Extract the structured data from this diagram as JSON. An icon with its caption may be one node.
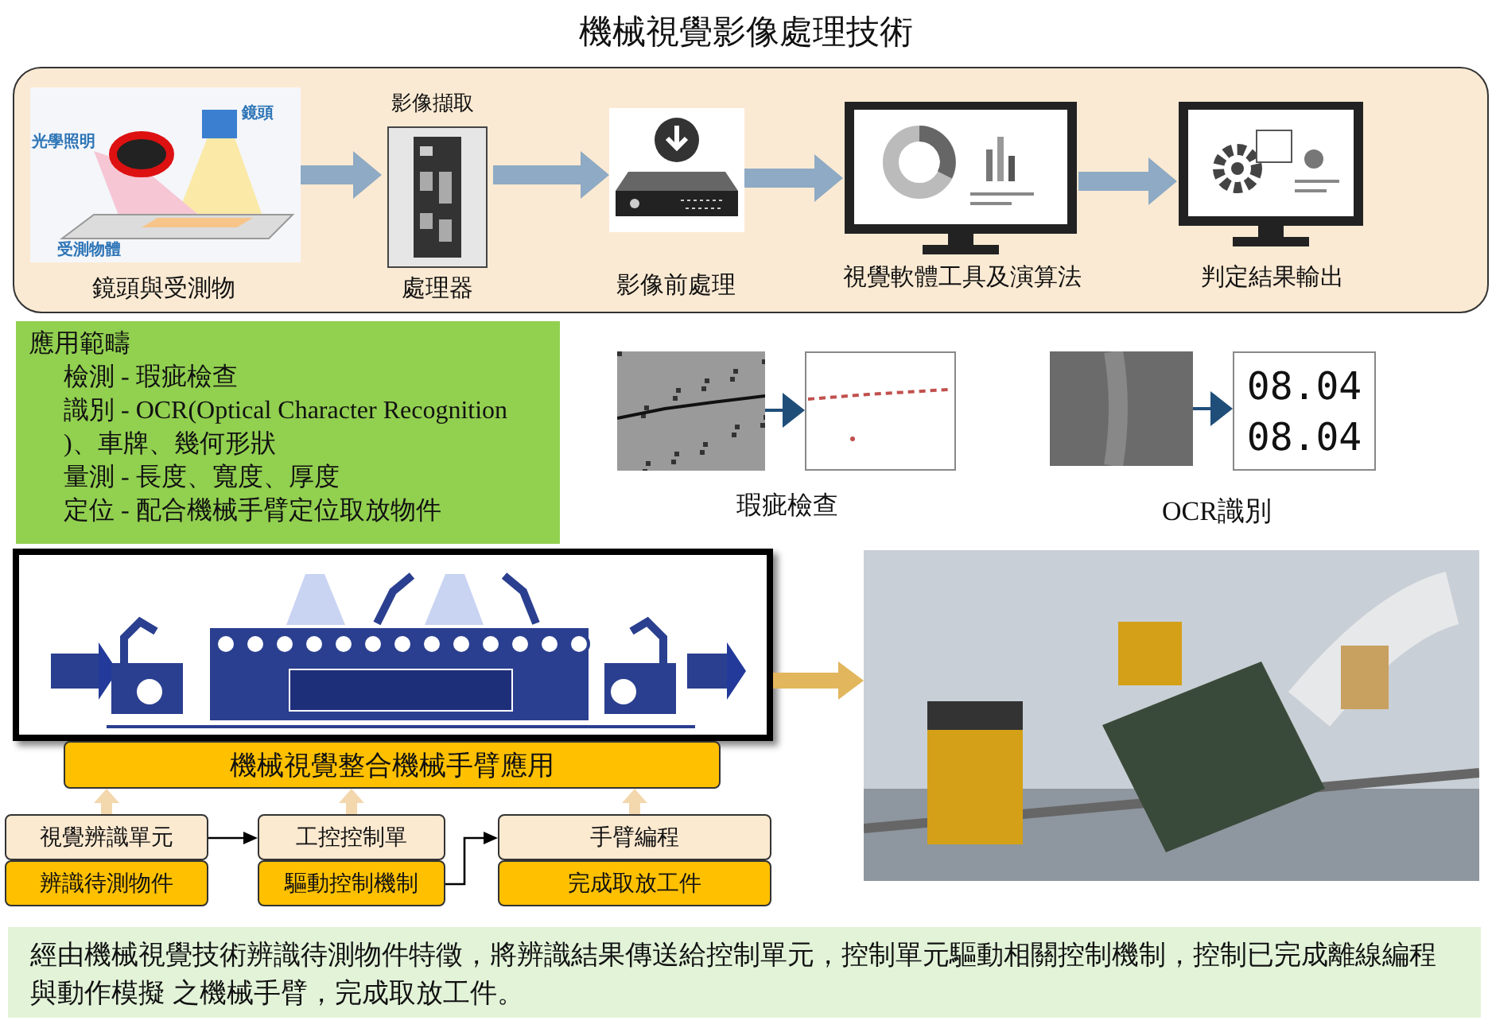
{
  "diagram": {
    "title": "機械視覺影像處理技術",
    "nodes": [
      {
        "text": [],
        "shape": "box"
      },
      {
        "text": [],
        "shape": "picture",
        "in": 0,
        "beside": [
          "鏡頭與受測物"
        ]
      },
      {
        "text": [],
        "shape": "picture",
        "in": 0,
        "beside": [
          "影像擷取",
          "處理器"
        ]
      },
      {
        "text": [],
        "shape": "picture",
        "in": 0,
        "beside": [
          "影像前處理"
        ]
      },
      {
        "text": [],
        "shape": "picture",
        "in": 0,
        "beside": [
          "視覺軟體工具及演算法"
        ]
      },
      {
        "text": [],
        "shape": "picture",
        "in": 0,
        "beside": [
          "判定結果輸出"
        ]
      },
      {
        "text": [
          "應用範疇",
          "檢測 - 瑕疵檢查",
          "識別 - OCR(Optical Character Recognition )、車牌、幾何形狀",
          "量測 - 長度、寬度、厚度",
          "定位 - 配合機械手臂定位取放物件"
        ]
      },
      {
        "text": [],
        "shape": "picture"
      },
      {
        "text": [],
        "shape": "picture"
      },
      {
        "text": [],
        "shape": "picture"
      },
      {
        "text": [
          "08.04",
          "08.04"
        ]
      },
      {
        "text": [],
        "shape": "box"
      },
      {
        "text": [],
        "shape": "picture",
        "in": 11
      },
      {
        "text": [],
        "shape": "picture"
      },
      {
        "text": [
          "機械視覺整合機械手臂應用"
        ]
      },
      {
        "text": [
          "視覺辨識單元",
          "辨識待測物件"
        ]
      },
      {
        "text": [
          "工控控制單",
          "驅動控制機制"
        ]
      },
      {
        "text": [
          "手臂編程",
          "完成取放工件"
        ]
      },
      {
        "text": [
          "經由機械視覺技術辨識待測物件特徵，將辨識結果傳送給控制單元，控制單元驅動相關控制機制，控制已完成離線編程與動作模擬 之機械手臂，完成取放工件。"
        ]
      }
    ],
    "edges": [
      {
        "from": 1,
        "to": 2,
        "arrow": "to",
        "color": "#8eaac4"
      },
      {
        "from": 2,
        "to": 3,
        "arrow": "to",
        "color": "#8eaac4"
      },
      {
        "from": 3,
        "to": 4,
        "arrow": "to",
        "color": "#8eaac4"
      },
      {
        "from": 4,
        "to": 5,
        "arrow": "to",
        "color": "#8eaac4"
      },
      {
        "from": 7,
        "to": 8,
        "arrow": "to",
        "color": "#1f4e79"
      },
      {
        "from": 9,
        "to": 10,
        "arrow": "to",
        "color": "#1f4e79"
      },
      {
        "from": 11,
        "to": 13,
        "arrow": "to",
        "color": "#e2b65c"
      },
      {
        "from": 15,
        "to": 14,
        "arrow": "to",
        "color": "#f3d7ad"
      },
      {
        "from": 16,
        "to": 14,
        "arrow": "to",
        "color": "#f3d7ad"
      },
      {
        "from": 17,
        "to": 14,
        "arrow": "to",
        "color": "#f3d7ad"
      },
      {
        "from": 15,
        "to": 16,
        "arrow": "to",
        "color": "#000000"
      },
      {
        "from": 16,
        "to": 17,
        "arrow": "to",
        "color": "#000000"
      }
    ],
    "labels": [
      "光學照明",
      "鏡頭",
      "受測物體",
      "瑕疵檢查",
      "OCR識別"
    ]
  }
}
